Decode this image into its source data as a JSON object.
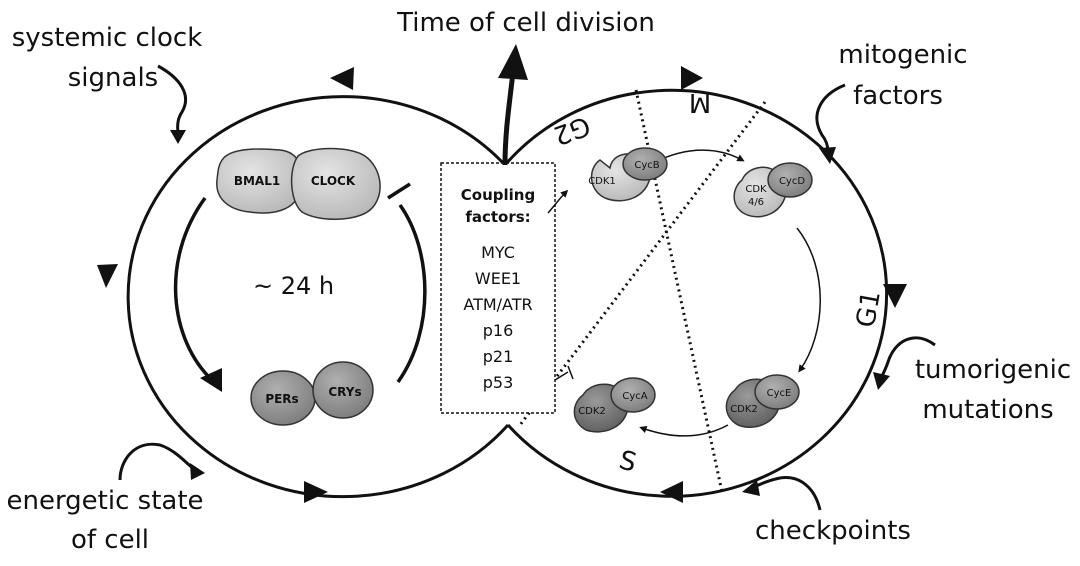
{
  "labels": {
    "time_of_division": "Time of cell division",
    "systemic_clock_line1": "systemic clock",
    "systemic_clock_line2": "signals",
    "energetic_line1": "energetic state",
    "energetic_line2": "of cell",
    "mitogenic_line1": "mitogenic",
    "mitogenic_line2": "factors",
    "tumorigenic_line1": "tumorigenic",
    "tumorigenic_line2": "mutations",
    "checkpoints": "checkpoints",
    "period": "~ 24 h"
  },
  "clock_proteins": {
    "bmal1": "BMAL1",
    "clock": "CLOCK",
    "pers": "PERs",
    "crys": "CRYs"
  },
  "coupling": {
    "title_line1": "Coupling",
    "title_line2": "factors:",
    "items": [
      "MYC",
      "WEE1",
      "ATM/ATR",
      "p16",
      "p21",
      "p53"
    ]
  },
  "phases": {
    "m": "M",
    "g1": "G1",
    "s": "S",
    "g2": "G2"
  },
  "cdk_complexes": {
    "cdk1": "CDK1",
    "cycb": "CycB",
    "cdk46_line1": "CDK",
    "cdk46_line2": "4/6",
    "cycd": "CycD",
    "cdk2e": "CDK2",
    "cyce": "CycE",
    "cdk2a": "CDK2",
    "cyca": "CycA"
  }
}
